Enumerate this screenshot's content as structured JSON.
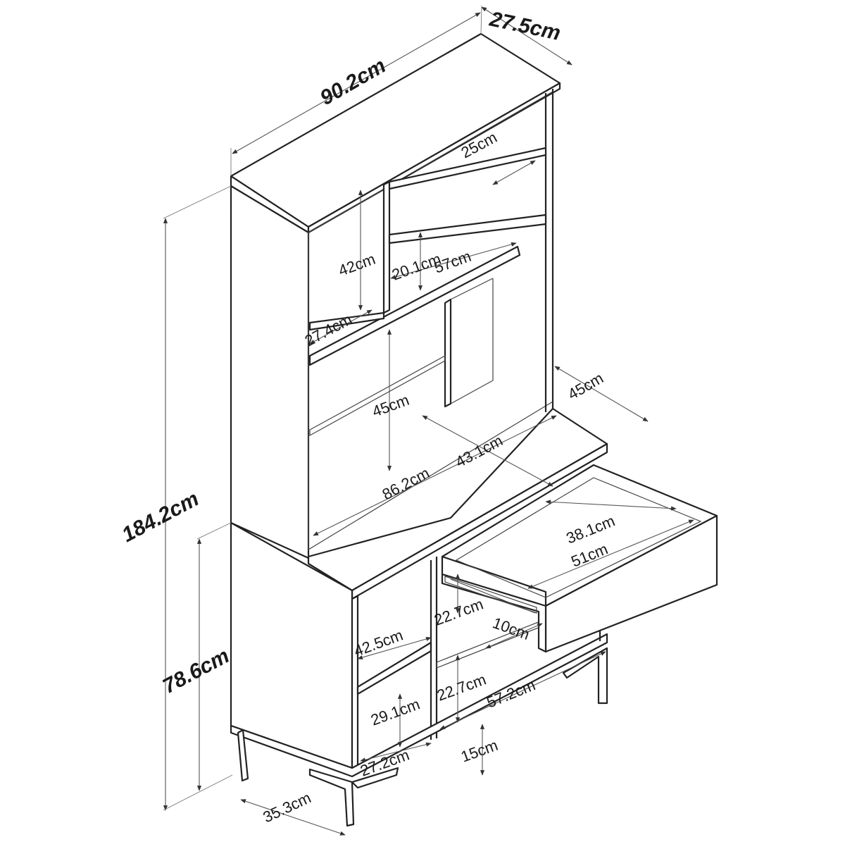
{
  "diagram": {
    "labels": {
      "depth_top": "27.5cm",
      "width_top": "90.2cm",
      "shelf_25": "25cm",
      "niche_height": "42cm",
      "shelf_gap": "20.1cm",
      "shelf_57": "57cm",
      "shelf_27_4": "27.4cm",
      "depth_45": "45cm",
      "niche_45": "45cm",
      "desk_43_1": "43.1cm",
      "desk_86_2": "86.2cm",
      "total_height": "184.2cm",
      "drawer_38_1": "38.1cm",
      "drawer_51": "51cm",
      "base_22_7_upper": "22.7cm",
      "drawer_10": "10cm",
      "base_42_5": "42.5cm",
      "base_height": "78.6cm",
      "base_29_1": "29.1cm",
      "base_22_7_lower": "22.7cm",
      "base_57_2": "57.2cm",
      "base_27_2": "27.2cm",
      "leg_15": "15cm",
      "depth_35_3": "35.3cm"
    }
  }
}
